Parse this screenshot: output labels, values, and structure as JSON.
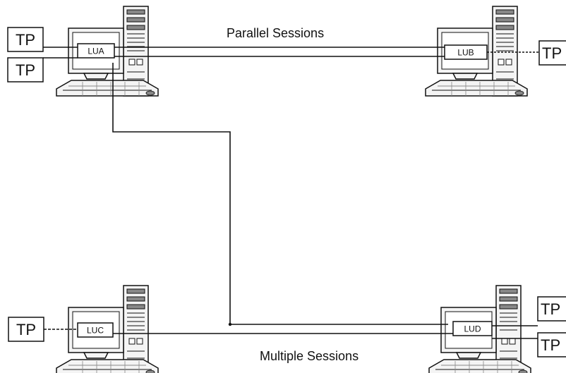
{
  "diagram": {
    "captions": {
      "parallel": "Parallel Sessions",
      "multiple": "Multiple Sessions"
    },
    "logical_units": {
      "lua": "LUA",
      "lub": "LUB",
      "luc": "LUC",
      "lud": "LUD"
    },
    "transaction_programs": {
      "a1": "TP",
      "a2": "TP",
      "b1": "TP",
      "c1": "TP",
      "d1": "TP",
      "d2": "TP"
    },
    "icons": {
      "computer": "desktop-computer-icon"
    },
    "colors": {
      "line": "#111111",
      "computer_fill": "#f4f4f4",
      "shade": "#888888"
    }
  }
}
